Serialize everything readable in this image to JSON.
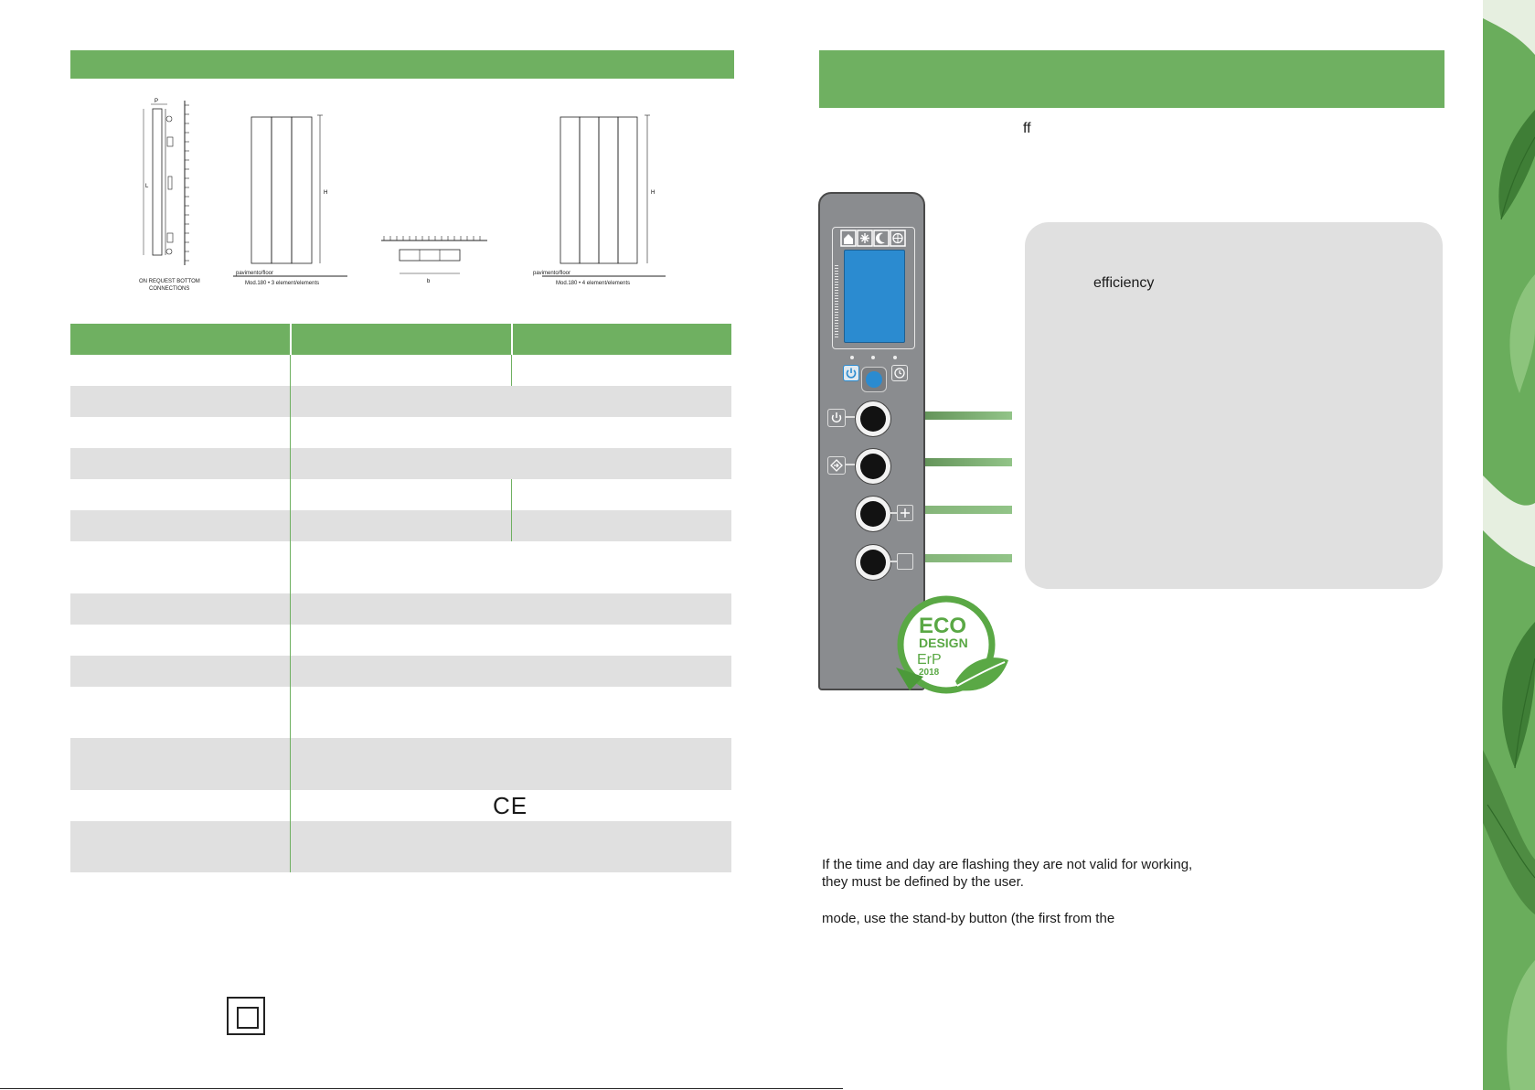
{
  "drawings": {
    "side_view_caption": [
      "ON REQUEST BOTTOM",
      "CONNECTIONS"
    ],
    "front3_floor_label": "pavimento/floor",
    "front3_caption": "Mod.180 • 3 element/elements",
    "front4_floor_label": "pavimento/floor",
    "front4_caption": "Mod.180 • 4 element/elements",
    "dim_p": "P",
    "dim_l": "L",
    "dim_h": "H",
    "dim_b": "b"
  },
  "intro_fragment": "ff",
  "bubble_fragment": "efficiency",
  "body_lines": [
    "If the time and day are flashing they are not valid for working,",
    "they must be defined by the user."
  ],
  "body_line_3": "mode, use the stand-by button (the first from the",
  "ce_mark": "CE",
  "badge": {
    "line1": "ECO",
    "line2": "DESIGN",
    "line3": "ErP",
    "line4": "2018"
  },
  "icons": [
    "house-icon",
    "snowflake-icon",
    "moon-icon",
    "antifreeze-icon",
    "power-icon",
    "clock-icon",
    "mode-icon",
    "plus-icon",
    "minus-icon",
    "double-insulation-icon"
  ],
  "colors": {
    "accent": "#6fb061",
    "lcd": "#2b8bd0",
    "panel": "#8a8c8f",
    "row_gray": "#e0e0e0"
  }
}
